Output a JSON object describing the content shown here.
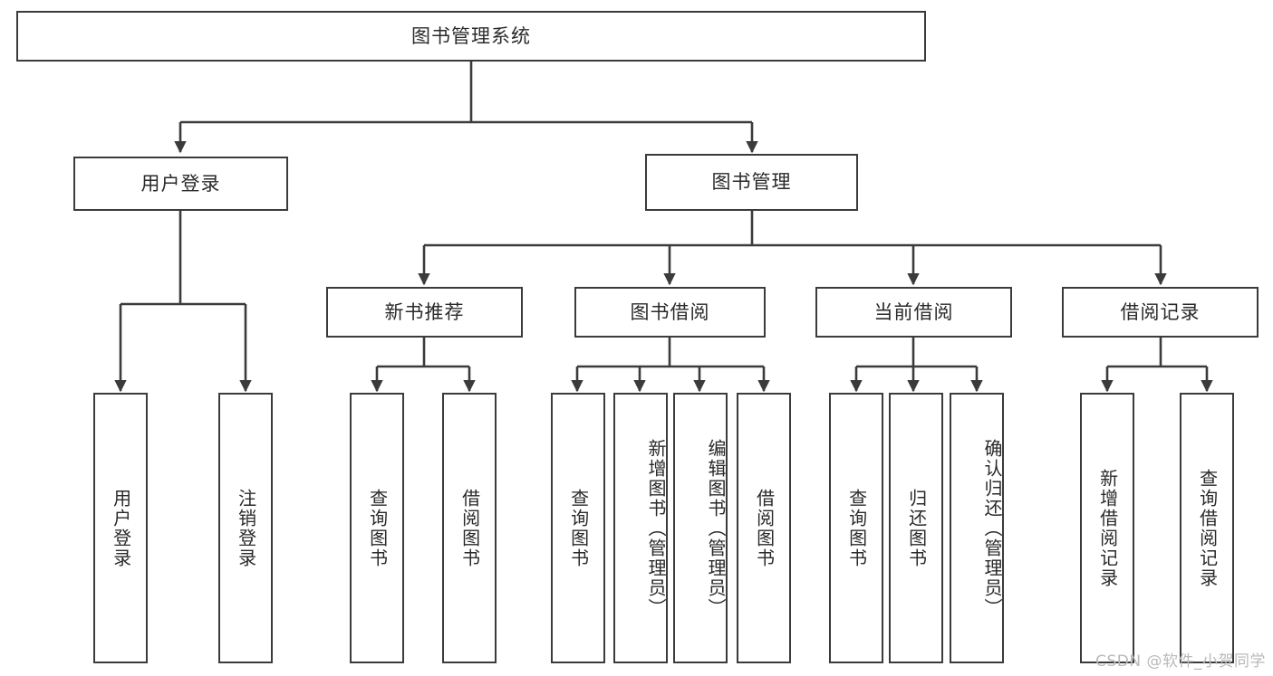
{
  "diagram": {
    "title_node": {
      "label": "图书管理系统"
    },
    "level1": [
      {
        "id": "user-login",
        "label": "用户登录"
      },
      {
        "id": "book-manage",
        "label": "图书管理"
      }
    ],
    "level2": [
      {
        "id": "new-book-recommend",
        "label": "新书推荐"
      },
      {
        "id": "book-borrow",
        "label": "图书借阅"
      },
      {
        "id": "current-borrow",
        "label": "当前借阅"
      },
      {
        "id": "borrow-record",
        "label": "借阅记录"
      }
    ],
    "leaves": {
      "user_login": [
        {
          "id": "leaf-user-login",
          "label": "用户登录"
        },
        {
          "id": "leaf-logout-login",
          "label": "注销登录"
        }
      ],
      "new_book_recommend": [
        {
          "id": "leaf-query-book-1",
          "label": "查询图书"
        },
        {
          "id": "leaf-borrow-book-1",
          "label": "借阅图书"
        }
      ],
      "book_borrow": [
        {
          "id": "leaf-query-book-2",
          "label": "查询图书"
        },
        {
          "id": "leaf-add-book",
          "label": "新增图书（管理员）"
        },
        {
          "id": "leaf-edit-book",
          "label": "编辑图书（管理员）"
        },
        {
          "id": "leaf-borrow-book-2",
          "label": "借阅图书"
        }
      ],
      "current_borrow": [
        {
          "id": "leaf-query-book-3",
          "label": "查询图书"
        },
        {
          "id": "leaf-return-book",
          "label": "归还图书"
        },
        {
          "id": "leaf-confirm-return",
          "label": "确认归还（管理员）"
        }
      ],
      "borrow_record": [
        {
          "id": "leaf-add-record",
          "label": "新增借阅记录"
        },
        {
          "id": "leaf-query-record",
          "label": "查询借阅记录"
        }
      ]
    }
  },
  "watermark": {
    "text": "CSDN @软件_小贺同学"
  },
  "colors": {
    "stroke": "#3b3b3b",
    "text": "#2a2a2a",
    "background": "#ffffff",
    "watermark": "#b9b9b9"
  }
}
